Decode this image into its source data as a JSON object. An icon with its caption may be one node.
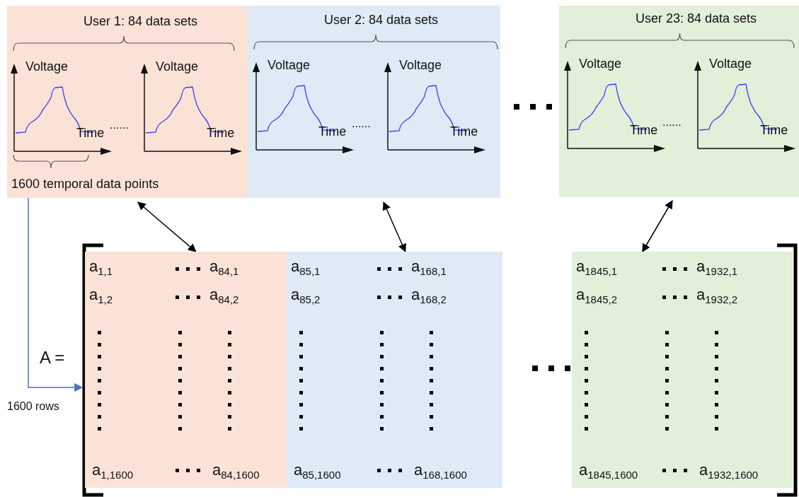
{
  "diagram": {
    "nodes": [
      {
        "text": [
          "User 1: 84 data sets",
          "1600 temporal data points"
        ]
      },
      {
        "text": [
          "Voltage",
          "Time"
        ],
        "in": 0
      },
      {
        "text": [
          "Voltage",
          "Time"
        ],
        "in": 0
      },
      {
        "text": [
          "User 2: 84 data sets"
        ]
      },
      {
        "text": [
          "Voltage",
          "Time"
        ],
        "in": 3
      },
      {
        "text": [
          "Voltage",
          "Time"
        ],
        "in": 3
      },
      {
        "text": [
          "User 23: 84 data sets"
        ]
      },
      {
        "text": [
          "Voltage",
          "Time"
        ],
        "in": 6
      },
      {
        "text": [
          "Voltage",
          "Time"
        ],
        "in": 6
      },
      {
        "text": [],
        "shape": "bracket",
        "beside": [
          "A ="
        ]
      },
      {
        "text": [
          "a$_{1,1}$",
          "a$_{84,1}$",
          "a$_{1,2}$",
          "a$_{84,2}$",
          "a$_{1,1600}$",
          "a$_{84,1600}$"
        ],
        "in": 9
      },
      {
        "text": [
          "a$_{85,1}$",
          "a$_{168,1}$",
          "a$_{85,2}$",
          "a$_{168,2}$",
          "a$_{85,1600}$",
          "a$_{168,1600}$"
        ],
        "in": 9
      },
      {
        "text": [
          "a$_{1845,1}$",
          "a$_{1932,1}$",
          "a$_{1845,2}$",
          "a$_{1932,2}$",
          "a$_{1845,1600}$",
          "a$_{1932,1600}$"
        ],
        "in": 9
      }
    ],
    "edges": [
      {
        "from": 0,
        "to": 9,
        "arrow": "to",
        "label": "1600 rows",
        "color": "#4472c4"
      },
      {
        "from": 0,
        "to": 10,
        "arrow": "both"
      },
      {
        "from": 3,
        "to": 11,
        "arrow": "both"
      },
      {
        "from": 6,
        "to": 12,
        "arrow": "both"
      }
    ],
    "labels": [
      "......",
      "......",
      "......"
    ]
  }
}
